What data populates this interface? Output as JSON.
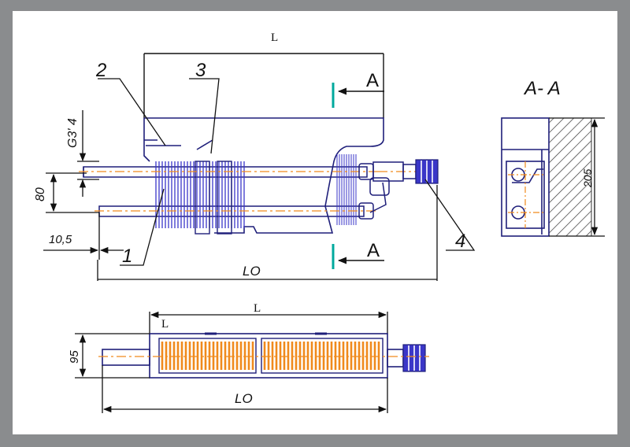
{
  "drawing": {
    "labels": {
      "top_length": "L",
      "section_title": "A- A",
      "section_mark_upper": "A",
      "section_mark_lower": "A",
      "callout_1": "1",
      "callout_2": "2",
      "callout_3": "3",
      "callout_4": "4",
      "thread": "G3' 4",
      "dim_80": "80",
      "dim_10_5": "10,5",
      "dim_lo_top": "LO",
      "dim_205": "205",
      "bottom_L_outer": "L",
      "bottom_L_inner": "L",
      "dim_95": "95",
      "dim_lo_bottom": "LO"
    }
  },
  "colors": {
    "frame": "#8a8c8e",
    "paper": "#ffffff",
    "outline": "#1f1f7a",
    "fins": "#3a36c8",
    "centerline": "#f08a1c",
    "section_marker": "#00a99d",
    "dim_line": "#111111"
  }
}
